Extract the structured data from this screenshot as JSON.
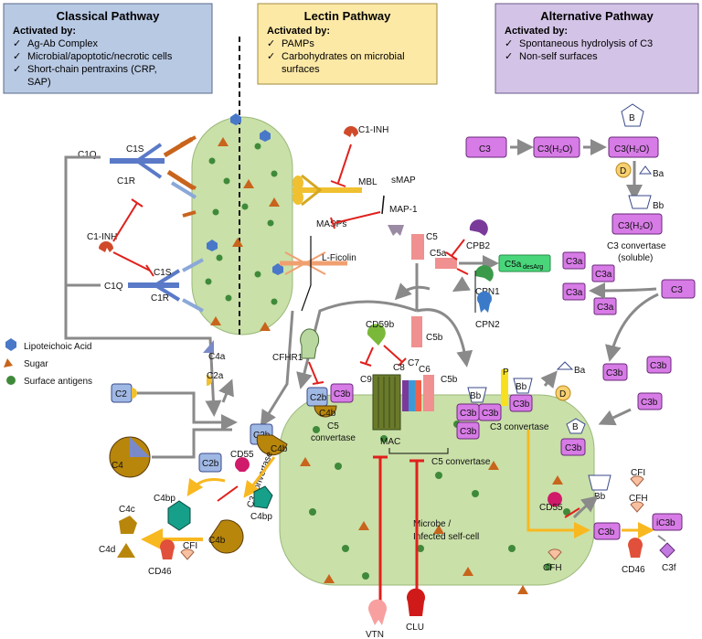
{
  "classical": {
    "title": "Classical Pathway",
    "activated": "Activated by:",
    "items": [
      "Ag-Ab Complex",
      "Microbial/apoptotic/necrotic cells",
      "Short-chain pentraxins (CRP,",
      "SAP)"
    ]
  },
  "lectin": {
    "title": "Lectin Pathway",
    "activated": "Activated by:",
    "items": [
      "PAMPs",
      "Carbohydrates on microbial",
      "surfaces"
    ]
  },
  "alternative": {
    "title": "Alternative Pathway",
    "activated": "Activated by:",
    "items": [
      "Spontaneous hydrolysis of C3",
      "Non-self surfaces"
    ]
  },
  "legend": {
    "lta": "Lipoteichoic Acid",
    "sugar": "Sugar",
    "antigens": "Surface antigens"
  },
  "labels": {
    "c1q_top": "C1Q",
    "c1s_top": "C1S",
    "c1r_top": "C1R",
    "c1inh_left": "C1-INH",
    "c1s_bot": "C1S",
    "c1q_bot": "C1Q",
    "c1r_bot": "C1R",
    "c1inh_top": "C1-INH",
    "mbl": "MBL",
    "smap": "sMAP",
    "masps": "MASPs",
    "map1": "MAP-1",
    "lficolin": "L-Ficolin",
    "c5_top": "C5",
    "c5a": "C5a",
    "cpb2": "CPB2",
    "c5a_desarg_main": "C5a",
    "c5a_desarg_sub": "desArg",
    "cpn1": "CPN1",
    "cpn2": "CPN2",
    "c5b": "C5b",
    "c5b_right": "C5b",
    "cd59b": "CD59b",
    "c9": "C9",
    "c8": "C8",
    "c7": "C7",
    "c6": "C6",
    "mac": "MAC",
    "cfhr1": "CFHR1",
    "c4a": "C4a",
    "c2a": "C2a",
    "c2": "C2",
    "c4": "C4",
    "c2b": "C2b",
    "c4b": "C4b",
    "c3b": "C3b",
    "c5_convertase_left_1": "C5",
    "c5_convertase_left_2": "convertase",
    "c3_convertase_vertical": "C3 convertase",
    "cd55_left": "CD55",
    "c4bp_right": "C4bp",
    "c4bp_left": "C4bp",
    "c4c": "C4c",
    "c4d": "C4d",
    "cfi_left": "CFI",
    "cd46_left": "CD46",
    "c5_convertase_bottom": "C5 convertase",
    "microbe_1": "Microbe /",
    "microbe_2": "Infected self-cell",
    "vtn": "VTN",
    "clu": "CLU",
    "c3": "C3",
    "c3h2o": "C3(H₂O)",
    "b": "B",
    "d": "D",
    "ba": "Ba",
    "bb": "Bb",
    "c3_convertase_soluble_1": "C3 convertase",
    "c3_convertase_soluble_2": "(soluble)",
    "c3a": "C3a",
    "p": "P",
    "c3_convertase_right": "C3 convertase",
    "cfi_right": "CFI",
    "cfh_right": "CFH",
    "ic3b": "iC3b",
    "cd55_right": "CD55",
    "cfh_bottom": "CFH",
    "cd46_right": "CD46",
    "c3f": "C3f"
  },
  "colors": {
    "classical_box": "#b8c9e4",
    "lectin_box": "#fde9a6",
    "alternative_box": "#d3c3e6",
    "cell": "#c9e0a8",
    "purple": "#d77be6",
    "red": "#e0201c",
    "grey": "#8a8a8a",
    "yellow_arrow": "#f8b820",
    "gold": "#b8860b",
    "blue_protein": "#a0b8e4"
  }
}
